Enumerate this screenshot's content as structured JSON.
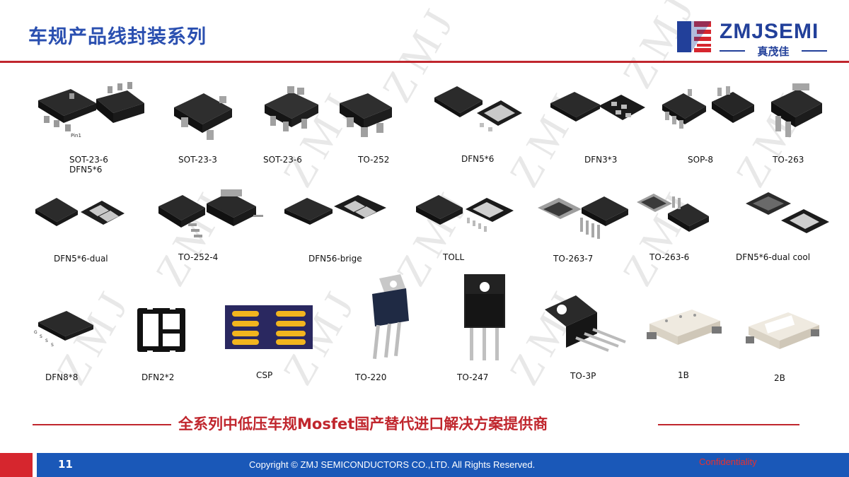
{
  "title": "车规产品线封装系列",
  "logo": {
    "brand": "ZMJSEMI",
    "cn": "真茂佳"
  },
  "watermark": "ZMJ",
  "packages": [
    "SOT-23-6",
    "DFN5*6",
    "SOT-23-3",
    "SOT-23-6",
    "TO-252",
    "DFN5*6",
    "DFN3*3",
    "SOP-8",
    "TO-263",
    "DFN5*6-dual",
    "TO-252-4",
    "DFN56-brige",
    "TOLL",
    "TO-263-7",
    "TO-263-6",
    "DFN5*6-dual cool",
    "DFN8*8",
    "DFN2*2",
    "CSP",
    "TO-220",
    "TO-247",
    "TO-3P",
    "1B",
    "2B"
  ],
  "slogan": "全系列中低压车规Mosfet国产替代进口解决方案提供商",
  "footer": {
    "page": "11",
    "copyright": "Copyright © ZMJ SEMICONDUCTORS CO.,LTD. All Rights Reserved.",
    "confidential": "Confidentiality"
  },
  "colors": {
    "title": "#2a4fb0",
    "accent_red": "#c0262d",
    "footer_blue": "#1a58b8"
  }
}
